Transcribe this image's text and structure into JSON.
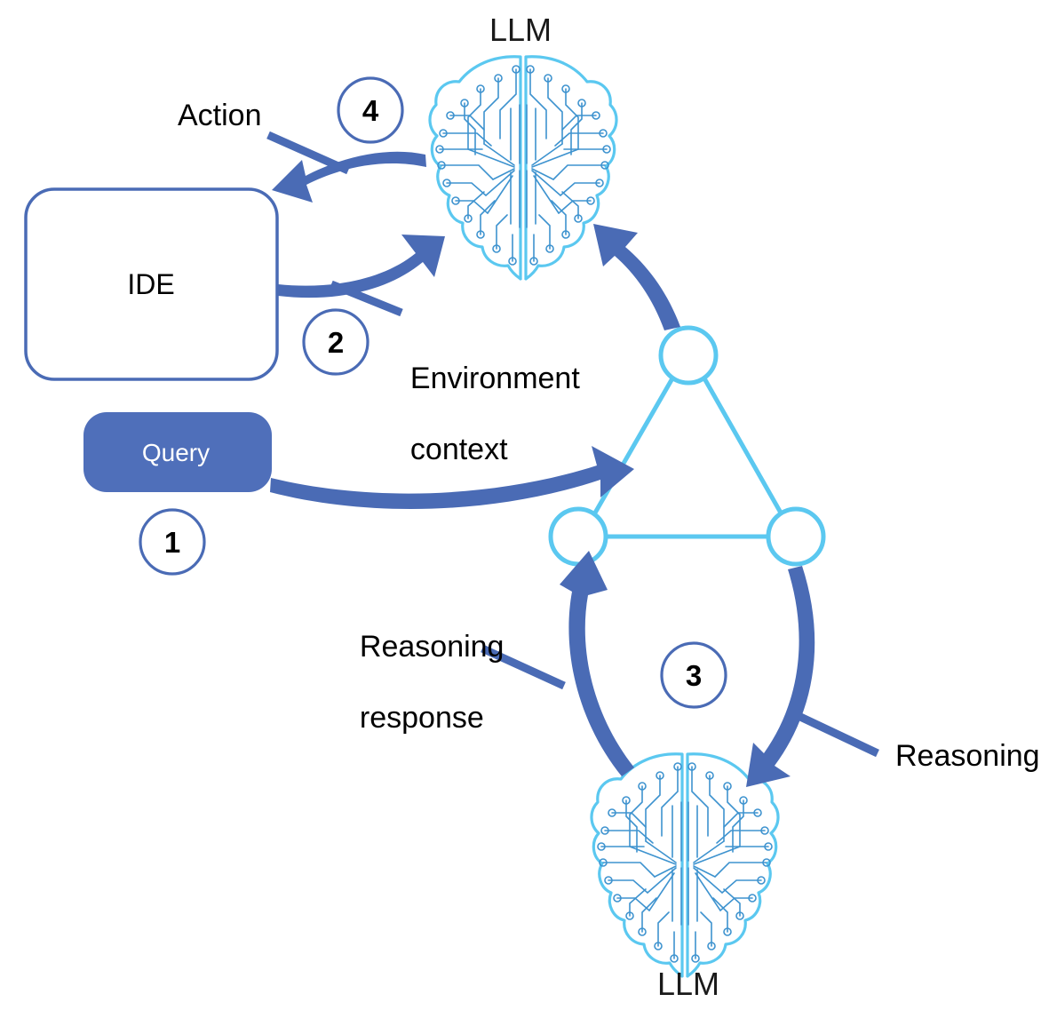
{
  "diagram": {
    "title": "LLM agent reasoning loop with IDE",
    "colors": {
      "arrow_blue": "#4A6BB5",
      "node_outline_blue": "#5B7BC4",
      "brain_light_blue": "#5BC8F0",
      "brain_circuit_blue": "#3E93CF",
      "query_fill": "#4F6FBA",
      "ide_border": "#4A6BB5",
      "text_black": "#000000",
      "white": "#FFFFFF"
    },
    "nodes": {
      "ide_box": {
        "label": "IDE"
      },
      "query_box": {
        "label": "Query"
      },
      "llm_top": {
        "label": "LLM",
        "icon": "brain-circuit-icon"
      },
      "llm_bottom": {
        "label": "LLM",
        "icon": "brain-circuit-icon"
      },
      "graph_triangle": {
        "icon": "triangle-network-icon",
        "vertices": [
          "top-node",
          "left-node",
          "right-node"
        ]
      }
    },
    "steps": [
      {
        "number": "1",
        "label": "Query"
      },
      {
        "number": "2",
        "label": "Environment context"
      },
      {
        "number": "3",
        "label": "Reasoning"
      },
      {
        "number": "4",
        "label": "Action"
      }
    ],
    "labels": {
      "action": "Action",
      "environment_context_line1": "Environment",
      "environment_context_line2": "context",
      "reasoning_response_line1": "Reasoning",
      "reasoning_response_line2": "response",
      "reasoning": "Reasoning",
      "ide": "IDE",
      "query": "Query",
      "llm_top": "LLM",
      "llm_bottom": "LLM",
      "num1": "1",
      "num2": "2",
      "num3": "3",
      "num4": "4"
    },
    "arrows": [
      {
        "name": "query-to-graph",
        "from": "query_box",
        "to": "graph_triangle",
        "step": "1"
      },
      {
        "name": "ide-to-llm-top",
        "from": "ide_box",
        "to": "llm_top",
        "step": "2"
      },
      {
        "name": "graph-to-llm-bottom",
        "from": "graph_triangle",
        "to": "llm_bottom",
        "step": "3"
      },
      {
        "name": "llm-bottom-to-graph",
        "from": "llm_bottom",
        "to": "graph_triangle",
        "step": "3"
      },
      {
        "name": "graph-to-llm-top",
        "from": "graph_triangle",
        "to": "llm_top",
        "step": "3"
      },
      {
        "name": "llm-top-to-ide",
        "from": "llm_top",
        "to": "ide_box",
        "step": "4"
      }
    ]
  }
}
